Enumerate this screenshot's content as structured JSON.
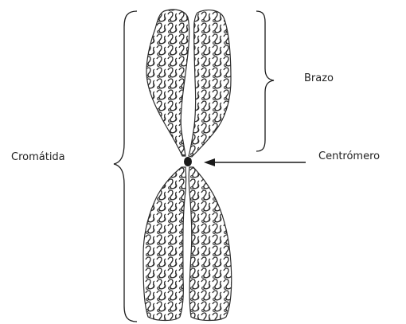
{
  "labels": {
    "chromatid": "Cromátida",
    "arm": "Brazo",
    "centromere": "Centrómero"
  },
  "colors": {
    "line": "#1a1a1a",
    "chromatin": "#2b2b2b",
    "background": "#ffffff"
  }
}
